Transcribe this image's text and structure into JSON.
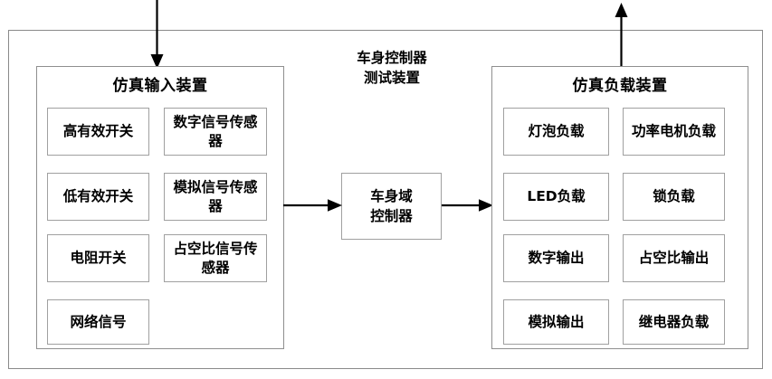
{
  "diagram": {
    "title_caption": {
      "line1": "车身控制器",
      "line2": "测试装置"
    },
    "outer_frame_name": "body-controller-test-rig",
    "colors": {
      "stroke": "#8f8f8f",
      "outer_stroke": "#8a8a8a",
      "arrow": "#000000",
      "text": "#000000",
      "background": "#ffffff"
    },
    "panels": [
      {
        "id": "simulated-input-device",
        "title": "仿真输入装置",
        "boxes": [
          {
            "id": "high-active-switch",
            "label": "高有效开关"
          },
          {
            "id": "digital-signal-sensor",
            "label": "数字信号传感器"
          },
          {
            "id": "low-active-switch",
            "label": "低有效开关"
          },
          {
            "id": "analog-signal-sensor",
            "label": "模拟信号传感器"
          },
          {
            "id": "resistive-switch",
            "label": "电阻开关"
          },
          {
            "id": "duty-cycle-signal-sensor",
            "label": "占空比信号传感器"
          },
          {
            "id": "network-signal",
            "label": "网络信号"
          }
        ]
      },
      {
        "id": "simulated-load-device",
        "title": "仿真负载装置",
        "boxes": [
          {
            "id": "bulb-load",
            "label": "灯泡负载"
          },
          {
            "id": "power-motor-load",
            "label": "功率电机负载"
          },
          {
            "id": "led-load",
            "label": "LED负载"
          },
          {
            "id": "lock-load",
            "label": "锁负载"
          },
          {
            "id": "digital-output",
            "label": "数字输出"
          },
          {
            "id": "duty-cycle-output",
            "label": "占空比输出"
          },
          {
            "id": "analog-output",
            "label": "模拟输出"
          },
          {
            "id": "relay-load",
            "label": "继电器负载"
          }
        ]
      }
    ],
    "centre_unit": {
      "id": "body-domain-controller",
      "line1": "车身域",
      "line2": "控制器"
    },
    "connectors": [
      {
        "id": "external-input-arrow",
        "direction": "down"
      },
      {
        "id": "input-to-controller-arrow",
        "direction": "right"
      },
      {
        "id": "controller-to-load-arrow",
        "direction": "right"
      },
      {
        "id": "external-output-arrow",
        "direction": "up"
      }
    ]
  }
}
